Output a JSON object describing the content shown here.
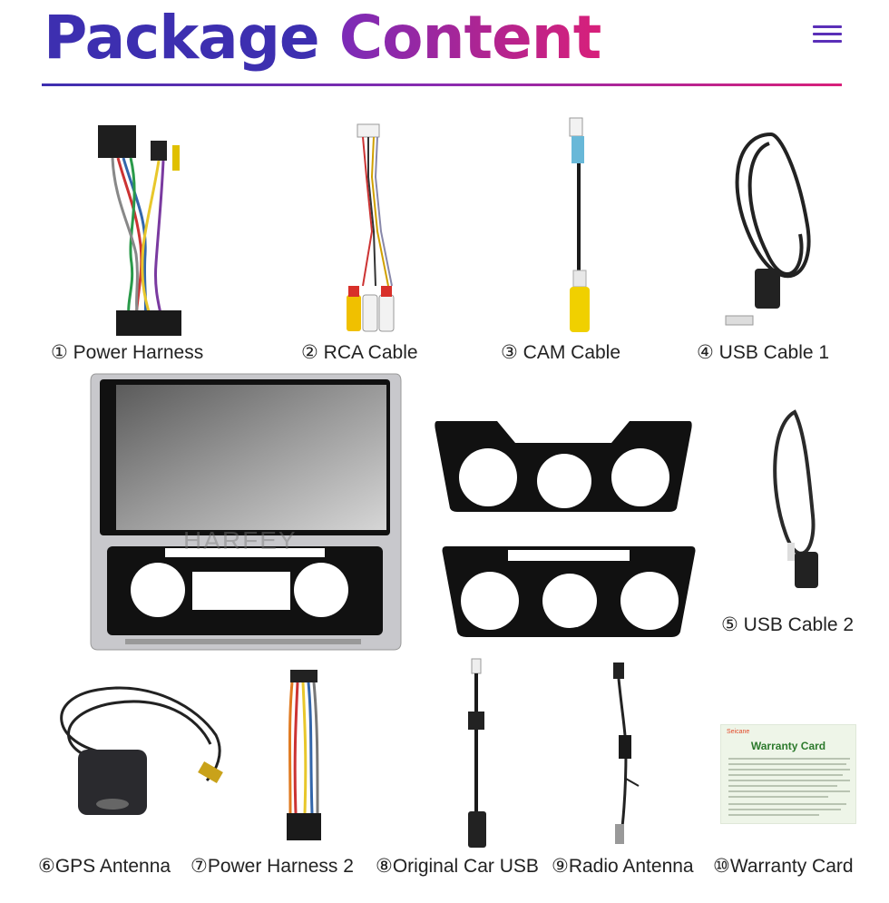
{
  "header": {
    "title_part1": "Package",
    "title_part2": "Content"
  },
  "items": [
    {
      "label": "① Power Harness"
    },
    {
      "label": "② RCA Cable"
    },
    {
      "label": "③ CAM Cable"
    },
    {
      "label": "④ USB Cable 1"
    },
    {
      "label": "⑤ USB Cable 2"
    },
    {
      "label": "⑥GPS Antenna"
    },
    {
      "label": "⑦Power Harness 2"
    },
    {
      "label": "⑧Original Car USB"
    },
    {
      "label": "⑨Radio Antenna"
    },
    {
      "label": "⑩Warranty Card"
    }
  ],
  "radio": {
    "watermark": "HARFEY"
  },
  "warranty_card": {
    "brand": "Seicane",
    "title": "Warranty Card"
  },
  "colors": {
    "title_blue": "#3d2fb0",
    "title_magenta": "#d8207a",
    "menu_purple": "#5a2fb8"
  }
}
